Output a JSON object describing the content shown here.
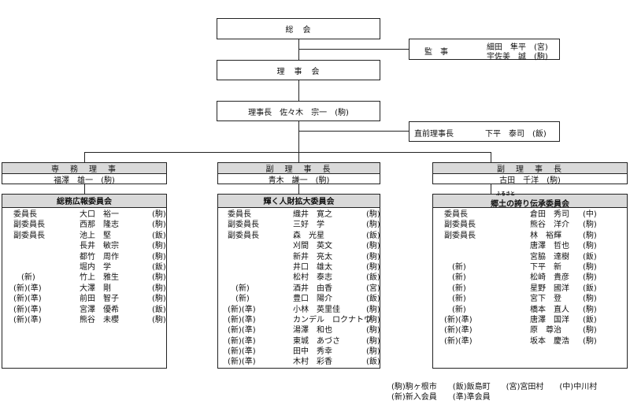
{
  "general_meeting": "総　会",
  "board": "理　事　会",
  "auditors": {
    "label": "監　事",
    "members": [
      "細田　隼平　(宮)",
      "宇佐美　誠　(駒)"
    ]
  },
  "chairman": "理事長　佐々木　宗一　(駒)",
  "former_chairman": {
    "label": "直前理事長",
    "name": "下平　泰司　(飯)"
  },
  "executive_director": {
    "title": "専　務　理　事",
    "name": "福澤　雄一　(駒)"
  },
  "vice_chair_center": {
    "title": "副　理　事　長",
    "name": "青木　謙一　(駒)"
  },
  "vice_chair_right": {
    "title": "副　理　事　長",
    "name": "古田　千洋　(駒)"
  },
  "committees": [
    {
      "title": "総務広報委員会",
      "members": [
        {
          "role": "委員長",
          "name": "大口　裕一",
          "area": "(駒)"
        },
        {
          "role": "副委員長",
          "name": "西那　隆志",
          "area": "(駒)"
        },
        {
          "role": "副委員長",
          "name": "池上　堅",
          "area": "(飯)"
        },
        {
          "role": "",
          "name": "長井　敏宗",
          "area": "(駒)"
        },
        {
          "role": "",
          "name": "都竹　周作",
          "area": "(駒)"
        },
        {
          "role": "",
          "name": "堀内　学",
          "area": "(飯)"
        },
        {
          "role": "(新)",
          "name": "竹上　雅生",
          "area": "(駒)"
        },
        {
          "role": "(新)(準)",
          "name": "大澤　剛",
          "area": "(駒)"
        },
        {
          "role": "(新)(準)",
          "name": "前田　智子",
          "area": "(駒)"
        },
        {
          "role": "(新)(準)",
          "name": "宮澤　優希",
          "area": "(飯)"
        },
        {
          "role": "(新)(準)",
          "name": "熊谷　未櫻",
          "area": "(駒)"
        }
      ]
    },
    {
      "title": "輝く人財拡大委員会",
      "members": [
        {
          "role": "委員長",
          "name": "織井　寛之",
          "area": "(駒)"
        },
        {
          "role": "副委員長",
          "name": "三好　学",
          "area": "(駒)"
        },
        {
          "role": "副委員長",
          "name": "森　光星",
          "area": "(飯)"
        },
        {
          "role": "",
          "name": "刈間　英文",
          "area": "(駒)"
        },
        {
          "role": "",
          "name": "新井　亮太",
          "area": "(駒)"
        },
        {
          "role": "",
          "name": "井口　雄太",
          "area": "(駒)"
        },
        {
          "role": "",
          "name": "松村　泰志",
          "area": "(飯)"
        },
        {
          "role": "(新)",
          "name": "酒井　由香",
          "area": "(宮)"
        },
        {
          "role": "(新)",
          "name": "豊口　陽介",
          "area": "(飯)"
        },
        {
          "role": "(新)(準)",
          "name": "小林　英里佳",
          "area": "(駒)"
        },
        {
          "role": "(新)(準)",
          "name": "カンデル　ロクナトウ",
          "area": "(駒)"
        },
        {
          "role": "(新)(準)",
          "name": "湯澤　和也",
          "area": "(駒)"
        },
        {
          "role": "(新)(準)",
          "name": "東城　あづさ",
          "area": "(駒)"
        },
        {
          "role": "(新)(準)",
          "name": "田中　秀幸",
          "area": "(駒)"
        },
        {
          "role": "(新)(準)",
          "name": "木村　彩香",
          "area": "(飯)"
        }
      ]
    },
    {
      "title": "郷土の誇り伝承委員会",
      "ruby": "ふるさと",
      "members": [
        {
          "role": "委員長",
          "name": "倉田　秀司",
          "area": "(中)"
        },
        {
          "role": "副委員長",
          "name": "熊谷　洋介",
          "area": "(駒)"
        },
        {
          "role": "副委員長",
          "name": "林　裕輝",
          "area": "(駒)"
        },
        {
          "role": "",
          "name": "唐澤　哲也",
          "area": "(駒)"
        },
        {
          "role": "",
          "name": "宮脇　達樹",
          "area": "(飯)"
        },
        {
          "role": "(新)",
          "name": "下平　新",
          "area": "(駒)"
        },
        {
          "role": "(新)",
          "name": "松崎　貴彦",
          "area": "(駒)"
        },
        {
          "role": "(新)",
          "name": "星野　國洋",
          "area": "(飯)"
        },
        {
          "role": "(新)",
          "name": "宮下　登",
          "area": "(駒)"
        },
        {
          "role": "(新)",
          "name": "橋本　直人",
          "area": "(駒)"
        },
        {
          "role": "(新)(準)",
          "name": "唐澤　国洋",
          "area": "(飯)"
        },
        {
          "role": "(新)(準)",
          "name": "原　尊治",
          "area": "(駒)"
        },
        {
          "role": "(新)(準)",
          "name": "坂本　慶浩",
          "area": "(駒)"
        }
      ]
    }
  ],
  "legend": {
    "line1": "(駒)駒ヶ根市　　(飯)飯島町　　(宮)宮田村　　(中)中川村",
    "line2": "(新)新入会員　　(準)準会員"
  }
}
